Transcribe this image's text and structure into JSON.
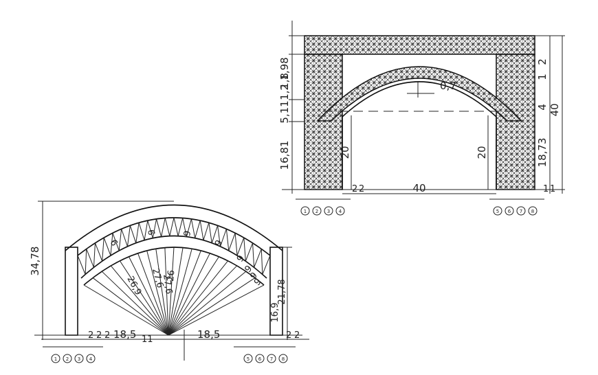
{
  "front_elevation": {
    "dims": {
      "left_top": "1,98",
      "left_a": "1,8",
      "left_b": "1,2",
      "left_mid": "5,11",
      "left_low": "16,81",
      "arch_gap": "0,7",
      "inner_left_h": "20",
      "inner_right_h": "20",
      "span": "40",
      "base_left_a": "2",
      "base_left_b": "2",
      "base_right_a": "1",
      "base_right_b": "1",
      "right_top_a": "2",
      "right_top_b": "1",
      "right_mid": "4",
      "right_low": "18,73",
      "overall_h": "40"
    },
    "axes": [
      "1",
      "2",
      "3",
      "4",
      "5",
      "6",
      "7",
      "8"
    ]
  },
  "side_elevation": {
    "dims": {
      "height": "34,78",
      "half_left": "18,5",
      "half_right": "18,5",
      "center": "11",
      "base_l1": "2",
      "base_l2": "2",
      "base_l3": "2",
      "base_r1": "2",
      "base_r2": "2",
      "right_low": "16,9",
      "right_h1": "21,78",
      "rad_1": "26,9",
      "rad_2": "27,6",
      "rad_3": "27,6",
      "rad_4": "26",
      "seg_1": "6",
      "seg_2": "6",
      "seg_3": "6",
      "seg_4": "6",
      "seg_5": "6",
      "seg_6": "6",
      "seg_7": "6",
      "seg_8": "6"
    },
    "axes": [
      "1",
      "2",
      "3",
      "4",
      "5",
      "6",
      "7",
      "8"
    ]
  }
}
